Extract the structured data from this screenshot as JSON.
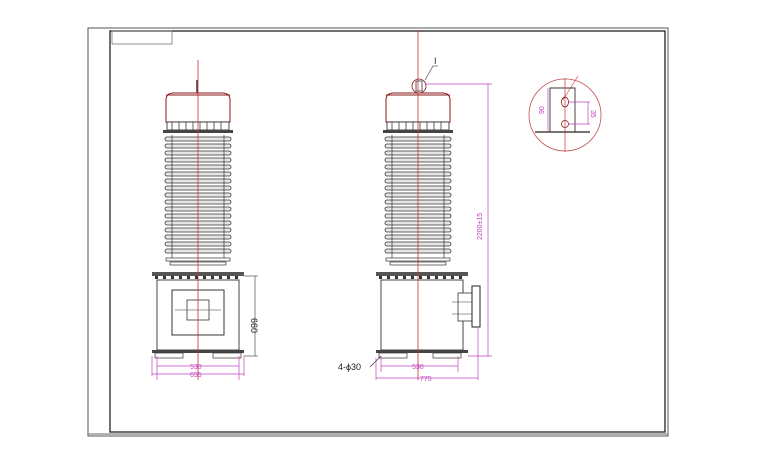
{
  "drawing": {
    "type": "engineering outline drawing",
    "subject": "outdoor post insulator / current transformer with shed porcelain housing",
    "colors": {
      "outline": "#222222",
      "centerline": "#cc3333",
      "dimension": "#c040c0",
      "cap": "#8a1a1a",
      "frame": "#333333"
    },
    "front_view": {
      "dimensions": {
        "base_inner_width": "530",
        "base_outer_width": "655",
        "box_height": "660"
      }
    },
    "side_view": {
      "dimensions": {
        "total_height": "2200±15",
        "base_inner_width": "530",
        "overall_width": "775"
      },
      "annotation_holes": "4-ϕ30",
      "detail_callout": "I"
    },
    "detail_view": {
      "dimensions": {
        "plate_height": "90",
        "hole_spacing": "35"
      }
    }
  }
}
